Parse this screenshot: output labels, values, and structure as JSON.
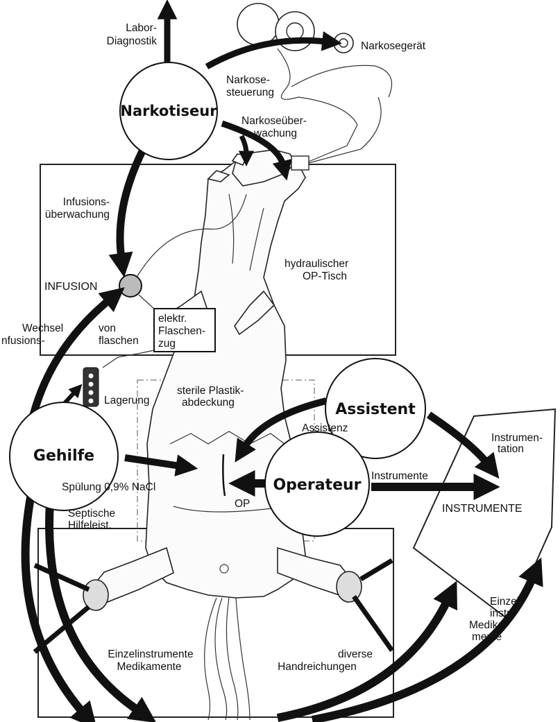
{
  "roles": {
    "narkotiseur": "Narkotiseur",
    "assistent": "Assistent",
    "gehilfe": "Gehilfe",
    "operateur": "Operateur"
  },
  "labels": {
    "labor_line1": "Labor-",
    "labor_line2": "Diagnostik",
    "narkosegeraet": "Narkosegerät",
    "narkosesteuerung_line1": "Narkose-",
    "narkosesteuerung_line2": "steuerung",
    "narkoseueberwachung_line1": "Narkoseüber-",
    "narkoseueberwachung_line2": "wachung",
    "infusionsueberwachung_line1": "Infusions-",
    "infusionsueberwachung_line2": "überwachung",
    "hydraulisch_line1": "hydraulischer",
    "hydraulisch_line2": "OP-Tisch",
    "infusion": "INFUSION",
    "wechsel_line1a": "Wechsel",
    "wechsel_line1b": "von",
    "wechsel_line2a": "nfusions-",
    "wechsel_line2b": "flaschen",
    "flaschenzug_line1": "elektr.",
    "flaschenzug_line2": "Flaschen-",
    "flaschenzug_line3": "zug",
    "steril_line1": "sterile Plastik-",
    "steril_line2": "abdeckung",
    "lagerung": "Lagerung",
    "assistenz": "Assistenz",
    "instrumentation_line1": "Instrumen-",
    "instrumentation_line2": "tation",
    "spuelung": "Spülung 0,9% NaCl",
    "instrumente_arrow": "Instrumente",
    "instrumente_caps": "INSTRUMENTE",
    "op": "OP",
    "septische_line1": "Septische",
    "septische_line2": "Hilfeleist.",
    "einzelinstr_line1": "Einzel-",
    "einzelinstr_line2": "instr.",
    "einzelinstr_line3": "Medika-",
    "einzelinstr_line4": "mente",
    "einzelinstrumente_line1": "Einzelinstrumente",
    "einzelinstrumente_line2": "Medikamente",
    "diverse_line1": "diverse",
    "diverse_line2": "Handreichungen"
  }
}
